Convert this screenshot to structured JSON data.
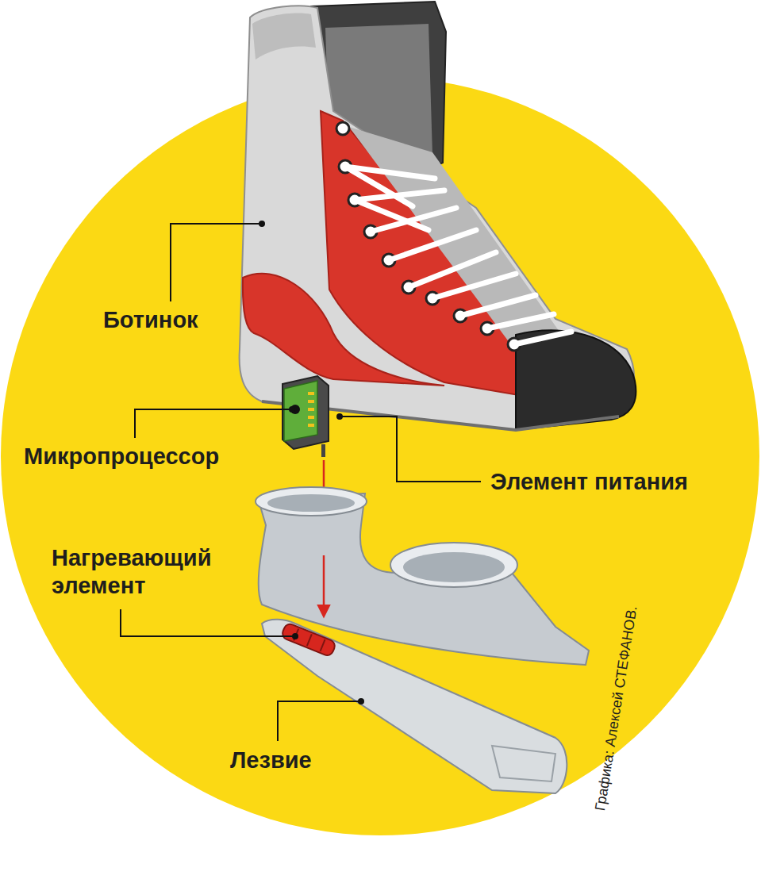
{
  "diagram": {
    "labels": [
      "Ботинок",
      "Микропроцессор",
      "Элемент питания",
      "Нагревающий элемент",
      "Лезвие",
      "Графика: Алексей СТЕФАНОВ."
    ]
  }
}
